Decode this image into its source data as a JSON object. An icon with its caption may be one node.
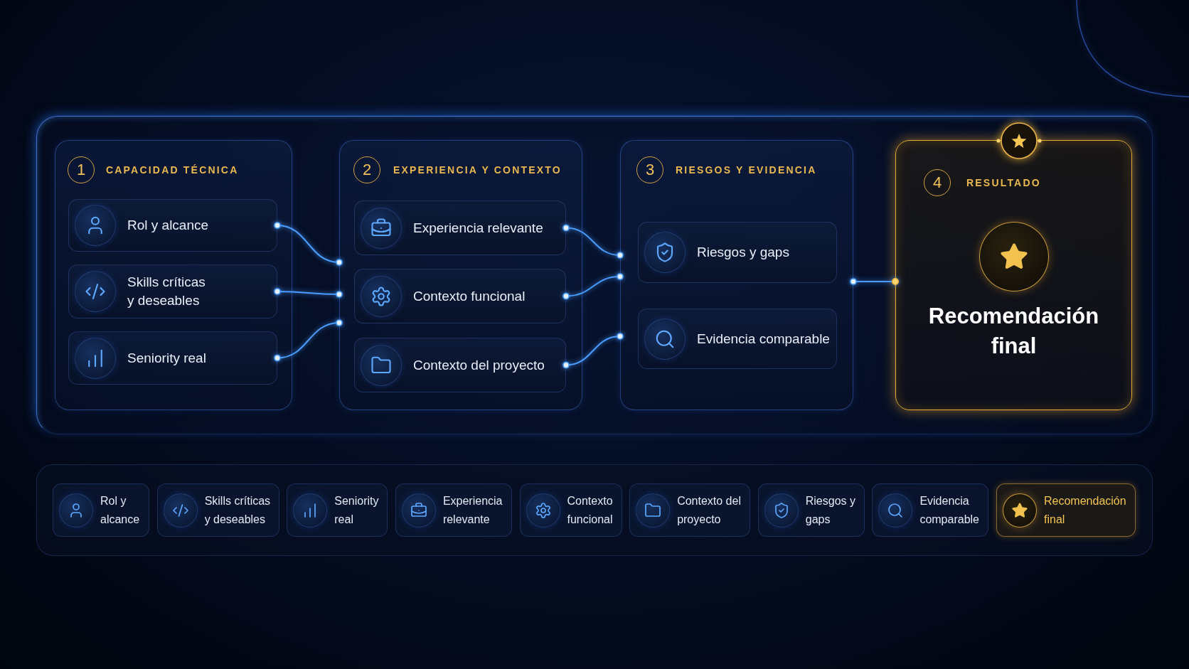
{
  "diagram": {
    "nodes": [
      {
        "text": [
          "1",
          "CAPACIDAD TÉCNICA"
        ]
      },
      {
        "text": [
          "Rol y alcance"
        ],
        "in": 0
      },
      {
        "text": [
          "Skills críticas y deseables"
        ],
        "in": 0
      },
      {
        "text": [
          "Seniority real"
        ],
        "in": 0
      },
      {
        "text": [
          "2",
          "EXPERIENCIA Y CONTEXTO"
        ]
      },
      {
        "text": [
          "Experiencia relevante"
        ],
        "in": 4
      },
      {
        "text": [
          "Contexto funcional"
        ],
        "in": 4
      },
      {
        "text": [
          "Contexto del proyecto"
        ],
        "in": 4
      },
      {
        "text": [
          "3",
          "RIESGOS Y EVIDENCIA"
        ]
      },
      {
        "text": [
          "Riesgos y gaps"
        ],
        "in": 8
      },
      {
        "text": [
          "Evidencia comparable"
        ],
        "in": 8
      },
      {
        "text": [
          "4",
          "RESULTADO",
          "Recomendación final"
        ]
      },
      {
        "text": [
          "Rol y alcance"
        ]
      },
      {
        "text": [
          "Skills críticas y deseables"
        ]
      },
      {
        "text": [
          "Seniority real"
        ]
      },
      {
        "text": [
          "Experiencia relevante"
        ]
      },
      {
        "text": [
          "Contexto funcional"
        ]
      },
      {
        "text": [
          "Contexto del proyecto"
        ]
      },
      {
        "text": [
          "Riesgos y gaps"
        ]
      },
      {
        "text": [
          "Evidencia comparable"
        ]
      },
      {
        "text": [
          "Recomendación final"
        ]
      }
    ],
    "edges": [
      {
        "from": 1,
        "to": 4,
        "arrow": "other"
      },
      {
        "from": 2,
        "to": 4,
        "arrow": "other"
      },
      {
        "from": 3,
        "to": 4,
        "arrow": "other"
      },
      {
        "from": 5,
        "to": 8,
        "arrow": "other"
      },
      {
        "from": 6,
        "to": 8,
        "arrow": "other"
      },
      {
        "from": 7,
        "to": 8,
        "arrow": "other"
      },
      {
        "from": 8,
        "to": 11,
        "arrow": "other"
      }
    ]
  }
}
